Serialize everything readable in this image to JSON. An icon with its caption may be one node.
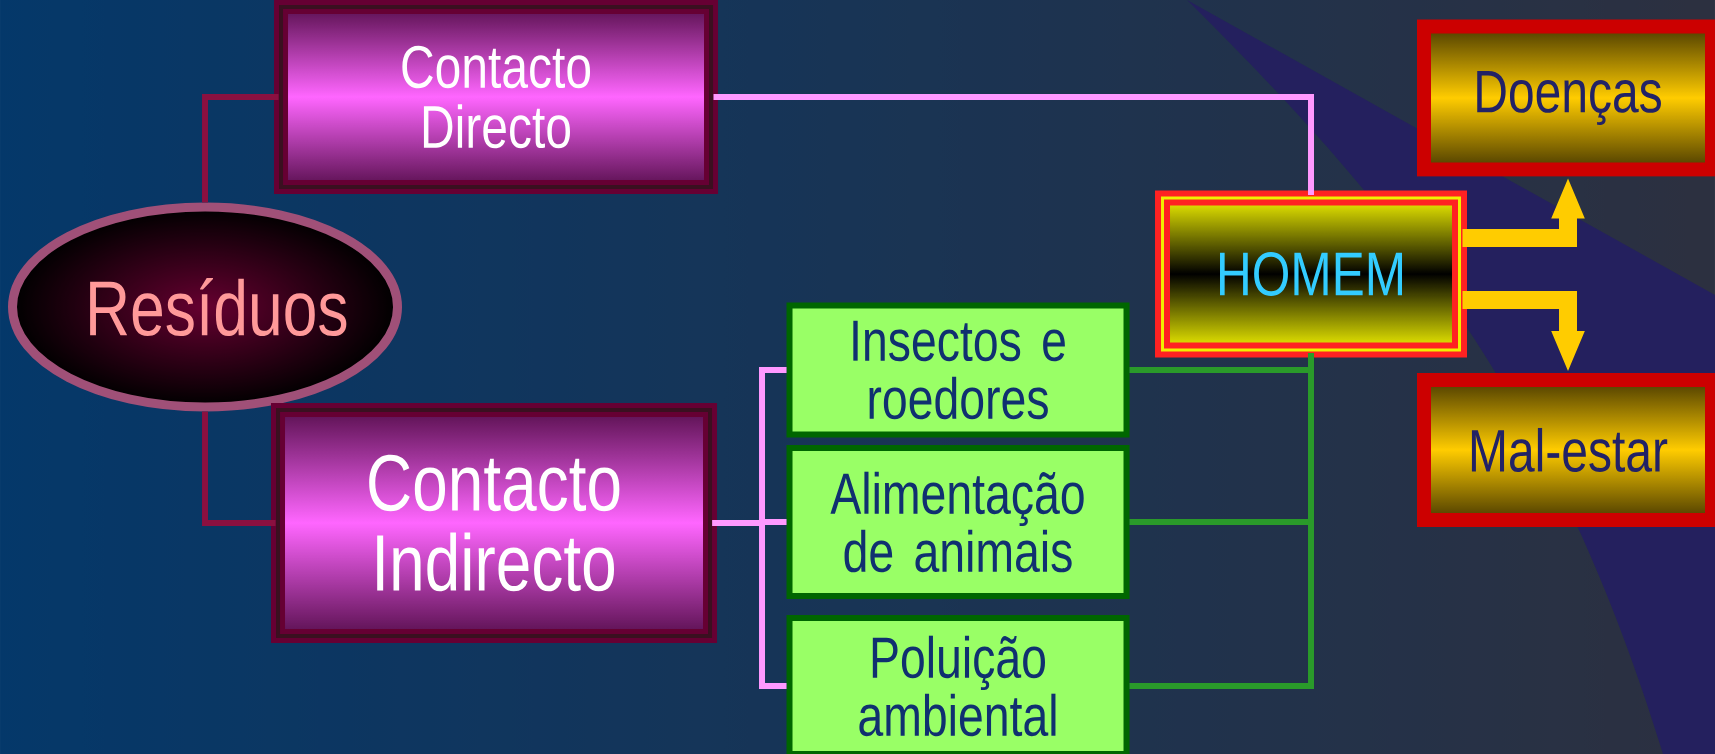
{
  "diagram": {
    "nodes": [
      {
        "text": [
          "Resíduos"
        ]
      },
      {
        "text": [
          "Contacto Directo"
        ]
      },
      {
        "text": [
          "Contacto Indirecto"
        ]
      },
      {
        "text": [
          "Insectos e roedores"
        ]
      },
      {
        "text": [
          "Alimentação de animais"
        ]
      },
      {
        "text": [
          "Poluição ambiental"
        ]
      },
      {
        "text": [
          "HOMEM"
        ]
      },
      {
        "text": [
          "Doenças"
        ]
      },
      {
        "text": [
          "Mal-estar"
        ]
      }
    ],
    "edges": [
      {
        "from": 0,
        "to": 1,
        "arrow": "none",
        "color": "#8a1040"
      },
      {
        "from": 0,
        "to": 2,
        "arrow": "none",
        "color": "#8a1040"
      },
      {
        "from": 1,
        "to": 6,
        "arrow": "none",
        "color": "#ff99ff"
      },
      {
        "from": 2,
        "to": 3,
        "arrow": "none",
        "color": "#ff99ff"
      },
      {
        "from": 2,
        "to": 4,
        "arrow": "none",
        "color": "#ff99ff"
      },
      {
        "from": 2,
        "to": 5,
        "arrow": "none",
        "color": "#ff99ff"
      },
      {
        "from": 3,
        "to": 6,
        "arrow": "none",
        "color": "#2a9a2a"
      },
      {
        "from": 4,
        "to": 6,
        "arrow": "none",
        "color": "#2a9a2a"
      },
      {
        "from": 5,
        "to": 6,
        "arrow": "none",
        "color": "#2a9a2a"
      },
      {
        "from": 6,
        "to": 7,
        "arrow": "to",
        "style": "thick",
        "color": "#ffcc00"
      },
      {
        "from": 6,
        "to": 8,
        "arrow": "to",
        "style": "thick",
        "color": "#ffcc00"
      }
    ]
  }
}
